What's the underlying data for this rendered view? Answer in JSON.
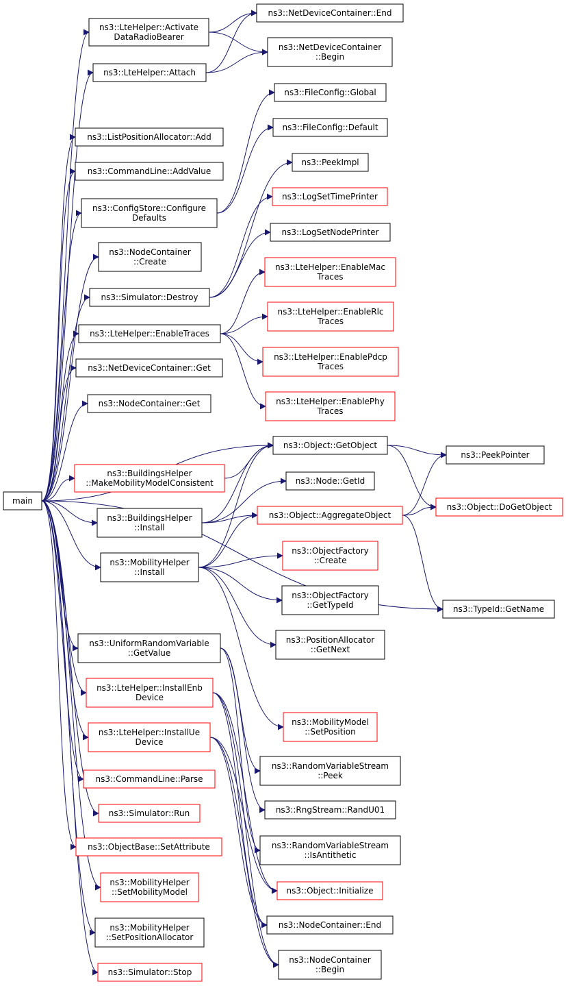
{
  "graph": {
    "edge_color": "#191970",
    "node_border": "#000000",
    "node_border_undocumented": "#ff0000",
    "root_fill": "#bfbfbf",
    "nodes": [
      {
        "id": "main",
        "lines": [
          "main"
        ],
        "style": "root"
      },
      {
        "id": "n1",
        "lines": [
          "ns3::LteHelper::Activate",
          "DataRadioBearer"
        ],
        "style": "black"
      },
      {
        "id": "n2",
        "lines": [
          "ns3::LteHelper::Attach"
        ],
        "style": "black"
      },
      {
        "id": "n3",
        "lines": [
          "ns3::ListPositionAllocator::Add"
        ],
        "style": "black"
      },
      {
        "id": "n4",
        "lines": [
          "ns3::CommandLine::AddValue"
        ],
        "style": "black"
      },
      {
        "id": "n5",
        "lines": [
          "ns3::ConfigStore::Configure",
          "Defaults"
        ],
        "style": "black"
      },
      {
        "id": "n6",
        "lines": [
          "ns3::NodeContainer",
          "::Create"
        ],
        "style": "black"
      },
      {
        "id": "n7",
        "lines": [
          "ns3::Simulator::Destroy"
        ],
        "style": "black"
      },
      {
        "id": "n8",
        "lines": [
          "ns3::LteHelper::EnableTraces"
        ],
        "style": "black"
      },
      {
        "id": "n9",
        "lines": [
          "ns3::NetDeviceContainer::Get"
        ],
        "style": "black"
      },
      {
        "id": "n10",
        "lines": [
          "ns3::NodeContainer::Get"
        ],
        "style": "black"
      },
      {
        "id": "n11",
        "lines": [
          "ns3::BuildingsHelper",
          "::MakeMobilityModelConsistent"
        ],
        "style": "red"
      },
      {
        "id": "n12",
        "lines": [
          "ns3::BuildingsHelper",
          "::Install"
        ],
        "style": "black"
      },
      {
        "id": "n13",
        "lines": [
          "ns3::MobilityHelper",
          "::Install"
        ],
        "style": "black"
      },
      {
        "id": "n14",
        "lines": [
          "ns3::UniformRandomVariable",
          "::GetValue"
        ],
        "style": "black"
      },
      {
        "id": "n15",
        "lines": [
          "ns3::LteHelper::InstallEnb",
          "Device"
        ],
        "style": "red"
      },
      {
        "id": "n16",
        "lines": [
          "ns3::LteHelper::InstallUe",
          "Device"
        ],
        "style": "red"
      },
      {
        "id": "n17",
        "lines": [
          "ns3::CommandLine::Parse"
        ],
        "style": "red"
      },
      {
        "id": "n18",
        "lines": [
          "ns3::Simulator::Run"
        ],
        "style": "red"
      },
      {
        "id": "n19",
        "lines": [
          "ns3::ObjectBase::SetAttribute"
        ],
        "style": "red"
      },
      {
        "id": "n20",
        "lines": [
          "ns3::MobilityHelper",
          "::SetMobilityModel"
        ],
        "style": "red"
      },
      {
        "id": "n21",
        "lines": [
          "ns3::MobilityHelper",
          "::SetPositionAllocator"
        ],
        "style": "black"
      },
      {
        "id": "n22",
        "lines": [
          "ns3::Simulator::Stop"
        ],
        "style": "red"
      },
      {
        "id": "m1",
        "lines": [
          "ns3::NetDeviceContainer::End"
        ],
        "style": "black"
      },
      {
        "id": "m2",
        "lines": [
          "ns3::NetDeviceContainer",
          "::Begin"
        ],
        "style": "black"
      },
      {
        "id": "m3",
        "lines": [
          "ns3::FileConfig::Global"
        ],
        "style": "black"
      },
      {
        "id": "m4",
        "lines": [
          "ns3::FileConfig::Default"
        ],
        "style": "black"
      },
      {
        "id": "m5",
        "lines": [
          "ns3::PeekImpl"
        ],
        "style": "black"
      },
      {
        "id": "m6",
        "lines": [
          "ns3::LogSetTimePrinter"
        ],
        "style": "red"
      },
      {
        "id": "m7",
        "lines": [
          "ns3::LogSetNodePrinter"
        ],
        "style": "black"
      },
      {
        "id": "m8",
        "lines": [
          "ns3::LteHelper::EnableMac",
          "Traces"
        ],
        "style": "red"
      },
      {
        "id": "m9",
        "lines": [
          "ns3::LteHelper::EnableRlc",
          "Traces"
        ],
        "style": "red"
      },
      {
        "id": "m10",
        "lines": [
          "ns3::LteHelper::EnablePdcp",
          "Traces"
        ],
        "style": "red"
      },
      {
        "id": "m11",
        "lines": [
          "ns3::LteHelper::EnablePhy",
          "Traces"
        ],
        "style": "red"
      },
      {
        "id": "m12",
        "lines": [
          "ns3::Object::GetObject"
        ],
        "style": "black"
      },
      {
        "id": "m13",
        "lines": [
          "ns3::Node::GetId"
        ],
        "style": "black"
      },
      {
        "id": "m14",
        "lines": [
          "ns3::Object::AggregateObject"
        ],
        "style": "red"
      },
      {
        "id": "m15",
        "lines": [
          "ns3::ObjectFactory",
          "::Create"
        ],
        "style": "red"
      },
      {
        "id": "m16",
        "lines": [
          "ns3::ObjectFactory",
          "::GetTypeId"
        ],
        "style": "black"
      },
      {
        "id": "m17",
        "lines": [
          "ns3::PositionAllocator",
          "::GetNext"
        ],
        "style": "black"
      },
      {
        "id": "m18",
        "lines": [
          "ns3::MobilityModel",
          "::SetPosition"
        ],
        "style": "red"
      },
      {
        "id": "m19",
        "lines": [
          "ns3::RandomVariableStream",
          "::Peek"
        ],
        "style": "black"
      },
      {
        "id": "m20",
        "lines": [
          "ns3::RngStream::RandU01"
        ],
        "style": "black"
      },
      {
        "id": "m21",
        "lines": [
          "ns3::RandomVariableStream",
          "::IsAntithetic"
        ],
        "style": "black"
      },
      {
        "id": "m22",
        "lines": [
          "ns3::Object::Initialize"
        ],
        "style": "red"
      },
      {
        "id": "m23",
        "lines": [
          "ns3::NodeContainer::End"
        ],
        "style": "black"
      },
      {
        "id": "m24",
        "lines": [
          "ns3::NodeContainer",
          "::Begin"
        ],
        "style": "black"
      },
      {
        "id": "r1",
        "lines": [
          "ns3::PeekPointer"
        ],
        "style": "black"
      },
      {
        "id": "r2",
        "lines": [
          "ns3::Object::DoGetObject"
        ],
        "style": "red"
      },
      {
        "id": "r3",
        "lines": [
          "ns3::TypeId::GetName"
        ],
        "style": "black"
      }
    ],
    "edges": [
      [
        "main",
        "n1"
      ],
      [
        "main",
        "n2"
      ],
      [
        "main",
        "n3"
      ],
      [
        "main",
        "n4"
      ],
      [
        "main",
        "n5"
      ],
      [
        "main",
        "n6"
      ],
      [
        "main",
        "n7"
      ],
      [
        "main",
        "n8"
      ],
      [
        "main",
        "n9"
      ],
      [
        "main",
        "n10"
      ],
      [
        "main",
        "n11"
      ],
      [
        "main",
        "n12"
      ],
      [
        "main",
        "n13"
      ],
      [
        "main",
        "n14"
      ],
      [
        "main",
        "n15"
      ],
      [
        "main",
        "n16"
      ],
      [
        "main",
        "n17"
      ],
      [
        "main",
        "n18"
      ],
      [
        "main",
        "n19"
      ],
      [
        "main",
        "n20"
      ],
      [
        "main",
        "n21"
      ],
      [
        "main",
        "n22"
      ],
      [
        "main",
        "m12"
      ],
      [
        "main",
        "r3"
      ],
      [
        "n1",
        "m1"
      ],
      [
        "n1",
        "m2"
      ],
      [
        "n2",
        "m1"
      ],
      [
        "n2",
        "m2"
      ],
      [
        "n5",
        "m3"
      ],
      [
        "n5",
        "m4"
      ],
      [
        "n7",
        "m5"
      ],
      [
        "n7",
        "m6"
      ],
      [
        "n7",
        "m7"
      ],
      [
        "n8",
        "m8"
      ],
      [
        "n8",
        "m9"
      ],
      [
        "n8",
        "m10"
      ],
      [
        "n8",
        "m11"
      ],
      [
        "n11",
        "m12"
      ],
      [
        "n12",
        "m12"
      ],
      [
        "n12",
        "m13"
      ],
      [
        "n12",
        "m14"
      ],
      [
        "n13",
        "m12"
      ],
      [
        "n13",
        "m14"
      ],
      [
        "n13",
        "m15"
      ],
      [
        "n13",
        "m16"
      ],
      [
        "n13",
        "m17"
      ],
      [
        "n13",
        "m18"
      ],
      [
        "n14",
        "m19"
      ],
      [
        "n14",
        "m20"
      ],
      [
        "n14",
        "m21"
      ],
      [
        "n15",
        "m22"
      ],
      [
        "n15",
        "m23"
      ],
      [
        "n15",
        "m24"
      ],
      [
        "n16",
        "m22"
      ],
      [
        "n16",
        "m23"
      ],
      [
        "n16",
        "m24"
      ],
      [
        "m12",
        "r1"
      ],
      [
        "m12",
        "r2"
      ],
      [
        "m14",
        "r1"
      ],
      [
        "m14",
        "r2"
      ],
      [
        "m14",
        "r3"
      ]
    ]
  }
}
